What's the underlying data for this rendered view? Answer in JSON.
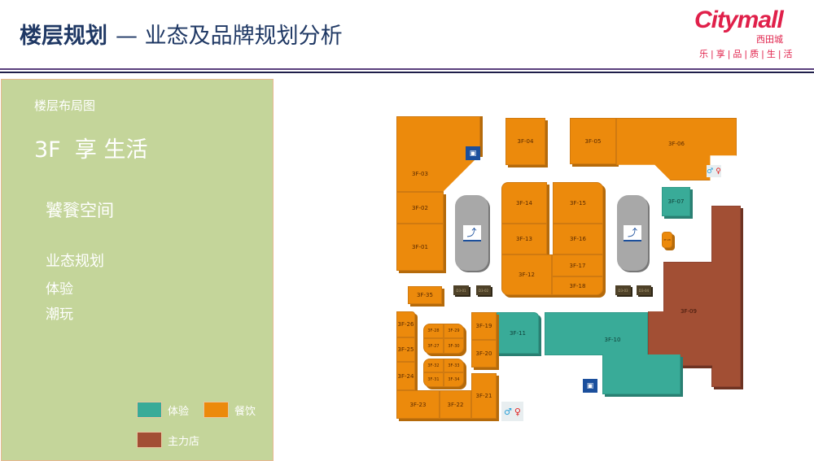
{
  "header": {
    "title_bold": "楼层规划",
    "title_rest": "— 业态及品牌规划分析"
  },
  "logo": {
    "brand": "Citymall",
    "cn": "西田城",
    "slogan": "乐|享|品|质|生|活"
  },
  "panel": {
    "caption": "楼层布局图",
    "floor_title": "3F  享 生活",
    "zone": "饕餮空间",
    "section_title": "业态规划",
    "categories": [
      "体验",
      "潮玩"
    ]
  },
  "legend": [
    {
      "label": "体验",
      "color": "#39ab98"
    },
    {
      "label": "餐饮",
      "color": "#ec8a0c"
    },
    {
      "label": "主力店",
      "color": "#a24f34"
    }
  ],
  "floorplan": {
    "units": {
      "u01": "3F-01",
      "u02": "3F-02",
      "u03": "3F-03",
      "u04": "3F-04",
      "u05": "3F-05",
      "u06": "3F-06",
      "u07": "3F-07",
      "u08": "3F-08",
      "u09": "3F-09",
      "u10": "3F-10",
      "u11": "3F-11",
      "u12": "3F-12",
      "u13": "3F-13",
      "u14": "3F-14",
      "u15": "3F-15",
      "u16": "3F-16",
      "u17": "3F-17",
      "u18": "3F-18",
      "u19": "3F-19",
      "u20": "3F-20",
      "u21": "3F-21",
      "u22": "3F-22",
      "u23": "3F-23",
      "u24": "3F-24",
      "u25": "3F-25",
      "u26": "3F-26",
      "u27": "3F-27",
      "u28": "3F-28",
      "u29": "3F-29",
      "u30": "3F-30",
      "u31": "3F-31",
      "u32": "3F-32",
      "u33": "3F-33",
      "u34": "3F-34",
      "u35": "3F-35",
      "d01": "D3-01",
      "d02": "D3-02",
      "d03": "D3-03",
      "d04": "D3-04"
    },
    "icons": {
      "escalator": "escalator-icon",
      "elevator": "elevator-icon",
      "restroom": "restroom-icon"
    }
  }
}
